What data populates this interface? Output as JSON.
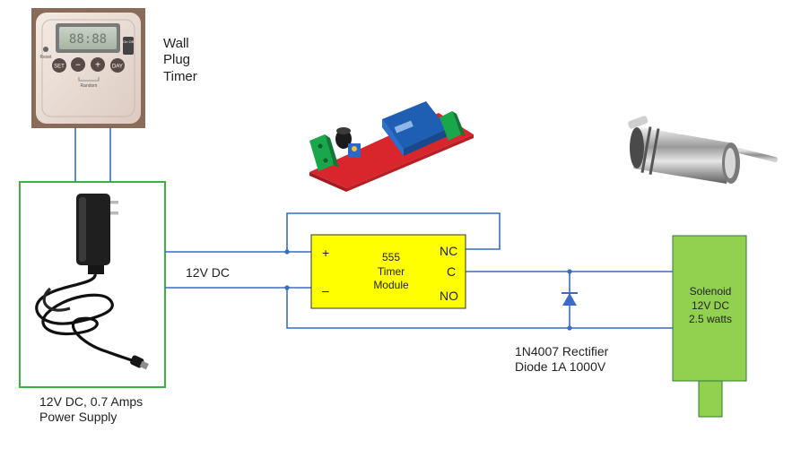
{
  "wall_timer": {
    "label_lines": [
      "Wall",
      "Plug",
      "Timer"
    ],
    "panel_text": {
      "reset": "Reset",
      "set": "SET",
      "minus": "−",
      "plus": "+",
      "day": "DAY",
      "onoff": "On Off",
      "random": "Random"
    }
  },
  "power_supply": {
    "label_lines": [
      "12V DC, 0.7 Amps",
      "Power Supply"
    ]
  },
  "wire_label": "12V DC",
  "timer_module": {
    "name_lines": [
      "555",
      "Timer",
      "Module"
    ],
    "pins": {
      "plus": "+",
      "minus": "–",
      "nc": "NC",
      "c": "C",
      "no": "NO"
    }
  },
  "diode": {
    "label_lines": [
      "1N4007 Rectifier",
      "Diode 1A 1000V"
    ]
  },
  "solenoid": {
    "label_lines": [
      "Solenoid",
      "12V DC",
      "2.5 watts"
    ]
  },
  "colors": {
    "wire": "#3a6cc2",
    "psu_box": "#3cb043",
    "timer_fill": "#ffff00",
    "solenoid_fill": "#92d050",
    "solenoid_stroke": "#2e7d32",
    "pcb_red": "#d9262c",
    "relay_blue": "#1f5fb3",
    "terminal_green": "#1aa64a"
  }
}
